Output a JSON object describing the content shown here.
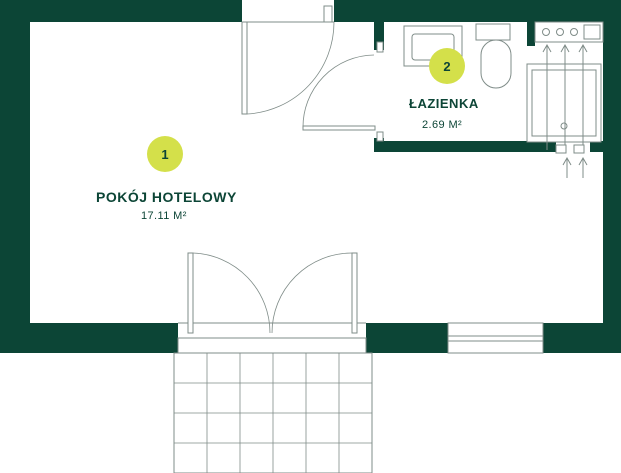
{
  "colors": {
    "wall": "#0c4536",
    "badge": "#d4e04a",
    "text": "#0c4536",
    "line": "#7f8c88",
    "background": "#ffffff"
  },
  "rooms": [
    {
      "number": "1",
      "name": "POKÓJ HOTELOWY",
      "area": "17.11 M²"
    },
    {
      "number": "2",
      "name": "ŁAZIENKA",
      "area": "2.69 M²"
    }
  ],
  "icons": {
    "toilet": "toilet-icon",
    "sink": "sink-icon",
    "shower": "shower-icon",
    "door_swing": "door-swing-icon",
    "window": "window-icon",
    "balcony": "balcony-tile-grid",
    "vent_arrows": "up-arrow-icon"
  }
}
